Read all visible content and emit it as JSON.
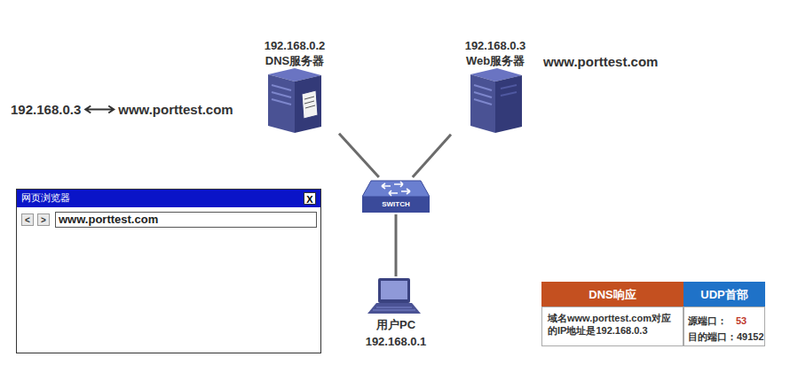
{
  "diagram": {
    "nodes": [
      {
        "text": [
          "192.168.0.2",
          "DNS服务器"
        ]
      },
      {
        "text": [
          "192.168.0.3",
          "Web服务器"
        ]
      },
      {
        "text": [
          "SWITCH"
        ]
      },
      {
        "text": [
          "网页浏览器"
        ]
      },
      {
        "text": [
          "X"
        ],
        "in": 3
      },
      {
        "text": [
          "<"
        ],
        "in": 3
      },
      {
        "text": [
          ">"
        ],
        "in": 3
      },
      {
        "text": [
          "www.porttest.com"
        ],
        "in": 3
      },
      {
        "text": [
          "用户PC",
          "192.168.0.1"
        ]
      },
      {
        "text": [
          "DNS响应"
        ]
      },
      {
        "text": [
          "UDP首部"
        ]
      },
      {
        "text": [
          "域名www.porttest.com对应的IP地址是192.168.0.3"
        ]
      },
      {
        "text": [
          "源端口：",
          "53",
          "目的端口：49152"
        ]
      }
    ],
    "edges": [
      {
        "from": 0,
        "to": 2,
        "arrow": "none"
      },
      {
        "from": 1,
        "to": 2,
        "arrow": "none"
      },
      {
        "from": 2,
        "to": 8,
        "arrow": "none"
      }
    ],
    "labels": [
      "www.porttest.com",
      "192.168.0.3",
      "www.porttest.com"
    ]
  }
}
